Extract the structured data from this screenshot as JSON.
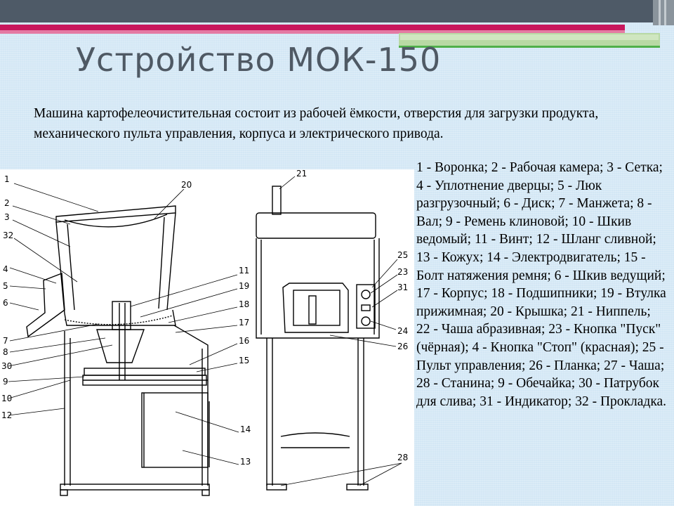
{
  "slide": {
    "title": "Устройство МОК-150",
    "intro": "Машина картофелеочистительная состоит из рабочей ёмкости, отверстия для загрузки продукта, механического пульта управления, корпуса и электрического привода.",
    "legend": "1 - Воронка; 2 - Рабочая камера; 3 - Сетка; 4 - Уплотнение дверцы; 5 - Люк разгрузочный; 6 - Диск; 7 - Манжета; 8 - Вал; 9 - Ремень клиновой; 10 - Шкив ведомый; 11 - Винт; 12 - Шланг сливной; 13 - Кожух; 14 - Электродвигатель; 15 - Болт натяжения ремня; 6 - Шкив ведущий; 17 - Корпус; 18 - Подшипники; 19 - Втулка прижимная; 20 - Крышка; 21 - Ниппель; 22 - Чаша абразивная; 23 - Кнопка \"Пуск\" (чёрная); 4 - Кнопка \"Стоп\" (красная); 25 - Пульт управления; 26 - Планка; 27 - Чаша; 28 - Станина; 9 - Обечайка; 30 - Патрубок для слива; 31 - Индикатор; 32 - Прокладка."
  },
  "drawing": {
    "labels_left": [
      "1",
      "2",
      "3",
      "32",
      "4",
      "5",
      "6",
      "7",
      "8",
      "30",
      "9",
      "10",
      "12"
    ],
    "labels_mid": [
      "20",
      "11",
      "19",
      "18",
      "17",
      "16",
      "15",
      "14",
      "13"
    ],
    "labels_right": [
      "21",
      "25",
      "23",
      "31",
      "24",
      "26",
      "28"
    ]
  },
  "colors": {
    "background": "#d3e7f5",
    "top_bar": "#4e5a67",
    "accent_magenta": "#c8175d",
    "accent_green": "#4fb04a",
    "title": "#4f5964"
  }
}
